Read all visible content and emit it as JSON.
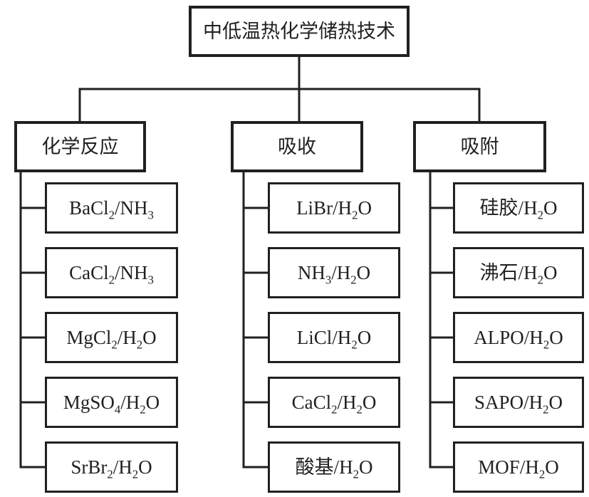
{
  "colors": {
    "line": "#231f20",
    "background": "#ffffff"
  },
  "tree": {
    "root": {
      "label": "中低温热化学储热技术"
    },
    "branches": [
      {
        "label": "化学反应",
        "children": [
          "BaCl_2_/NH_3_",
          "CaCl_2_/NH_3_",
          "MgCl_2_/H_2_O",
          "MgSO_4_/H_2_O",
          "SrBr_2_/H_2_O"
        ]
      },
      {
        "label": "吸收",
        "children": [
          "LiBr/H_2_O",
          "NH_3_/H_2_O",
          "LiCl/H_2_O",
          "CaCl_2_/H_2_O",
          "酸基/H_2_O"
        ]
      },
      {
        "label": "吸附",
        "children": [
          "硅胶/H_2_O",
          "沸石/H_2_O",
          "ALPO/H_2_O",
          "SAPO/H_2_O",
          "MOF/H_2_O"
        ]
      }
    ]
  }
}
